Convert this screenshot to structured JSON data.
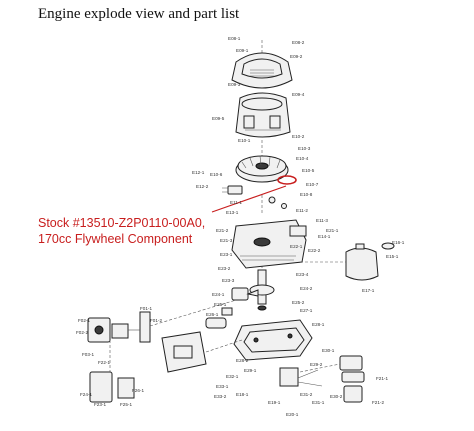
{
  "title": "Engine explode view and part list",
  "callout": {
    "line1": "Stock #13510-Z2P0110-00A0,",
    "line2": "170cc Flywheel Component",
    "color": "#c81e1e"
  },
  "part_labels": [
    "E09-1",
    "E09-2",
    "E09-3",
    "E09-4",
    "E09-5",
    "E10-1",
    "E10-2",
    "E10-3",
    "E10-4",
    "E10-5",
    "E10-6",
    "E10-7",
    "E10-8",
    "E11-1",
    "E11-2",
    "E11-3",
    "E21-1",
    "E21-2",
    "E21-3",
    "E22-1",
    "E22-2",
    "E23-1",
    "E23-2",
    "E23-3",
    "E23-4",
    "E24-1",
    "E24-2",
    "E25-1",
    "E25-2",
    "E26-1",
    "E27-1",
    "E28-1",
    "E28-2",
    "E29-1",
    "E29-2",
    "E30-1",
    "E30-2",
    "E31-1",
    "E31-2",
    "E32-1",
    "E33-1",
    "E33-2",
    "F01-1",
    "F01-2",
    "F02-1",
    "F02-2",
    "F03-1",
    "F21-1",
    "F21-2",
    "F22-1",
    "F23-1",
    "F24-1",
    "F25-1",
    "F26-1",
    "E08-1",
    "E08-2",
    "E12-1",
    "E12-2",
    "E13-1",
    "E14-1",
    "E15-1",
    "E16-1",
    "E17-1",
    "E18-1",
    "E19-1",
    "E20-1"
  ]
}
